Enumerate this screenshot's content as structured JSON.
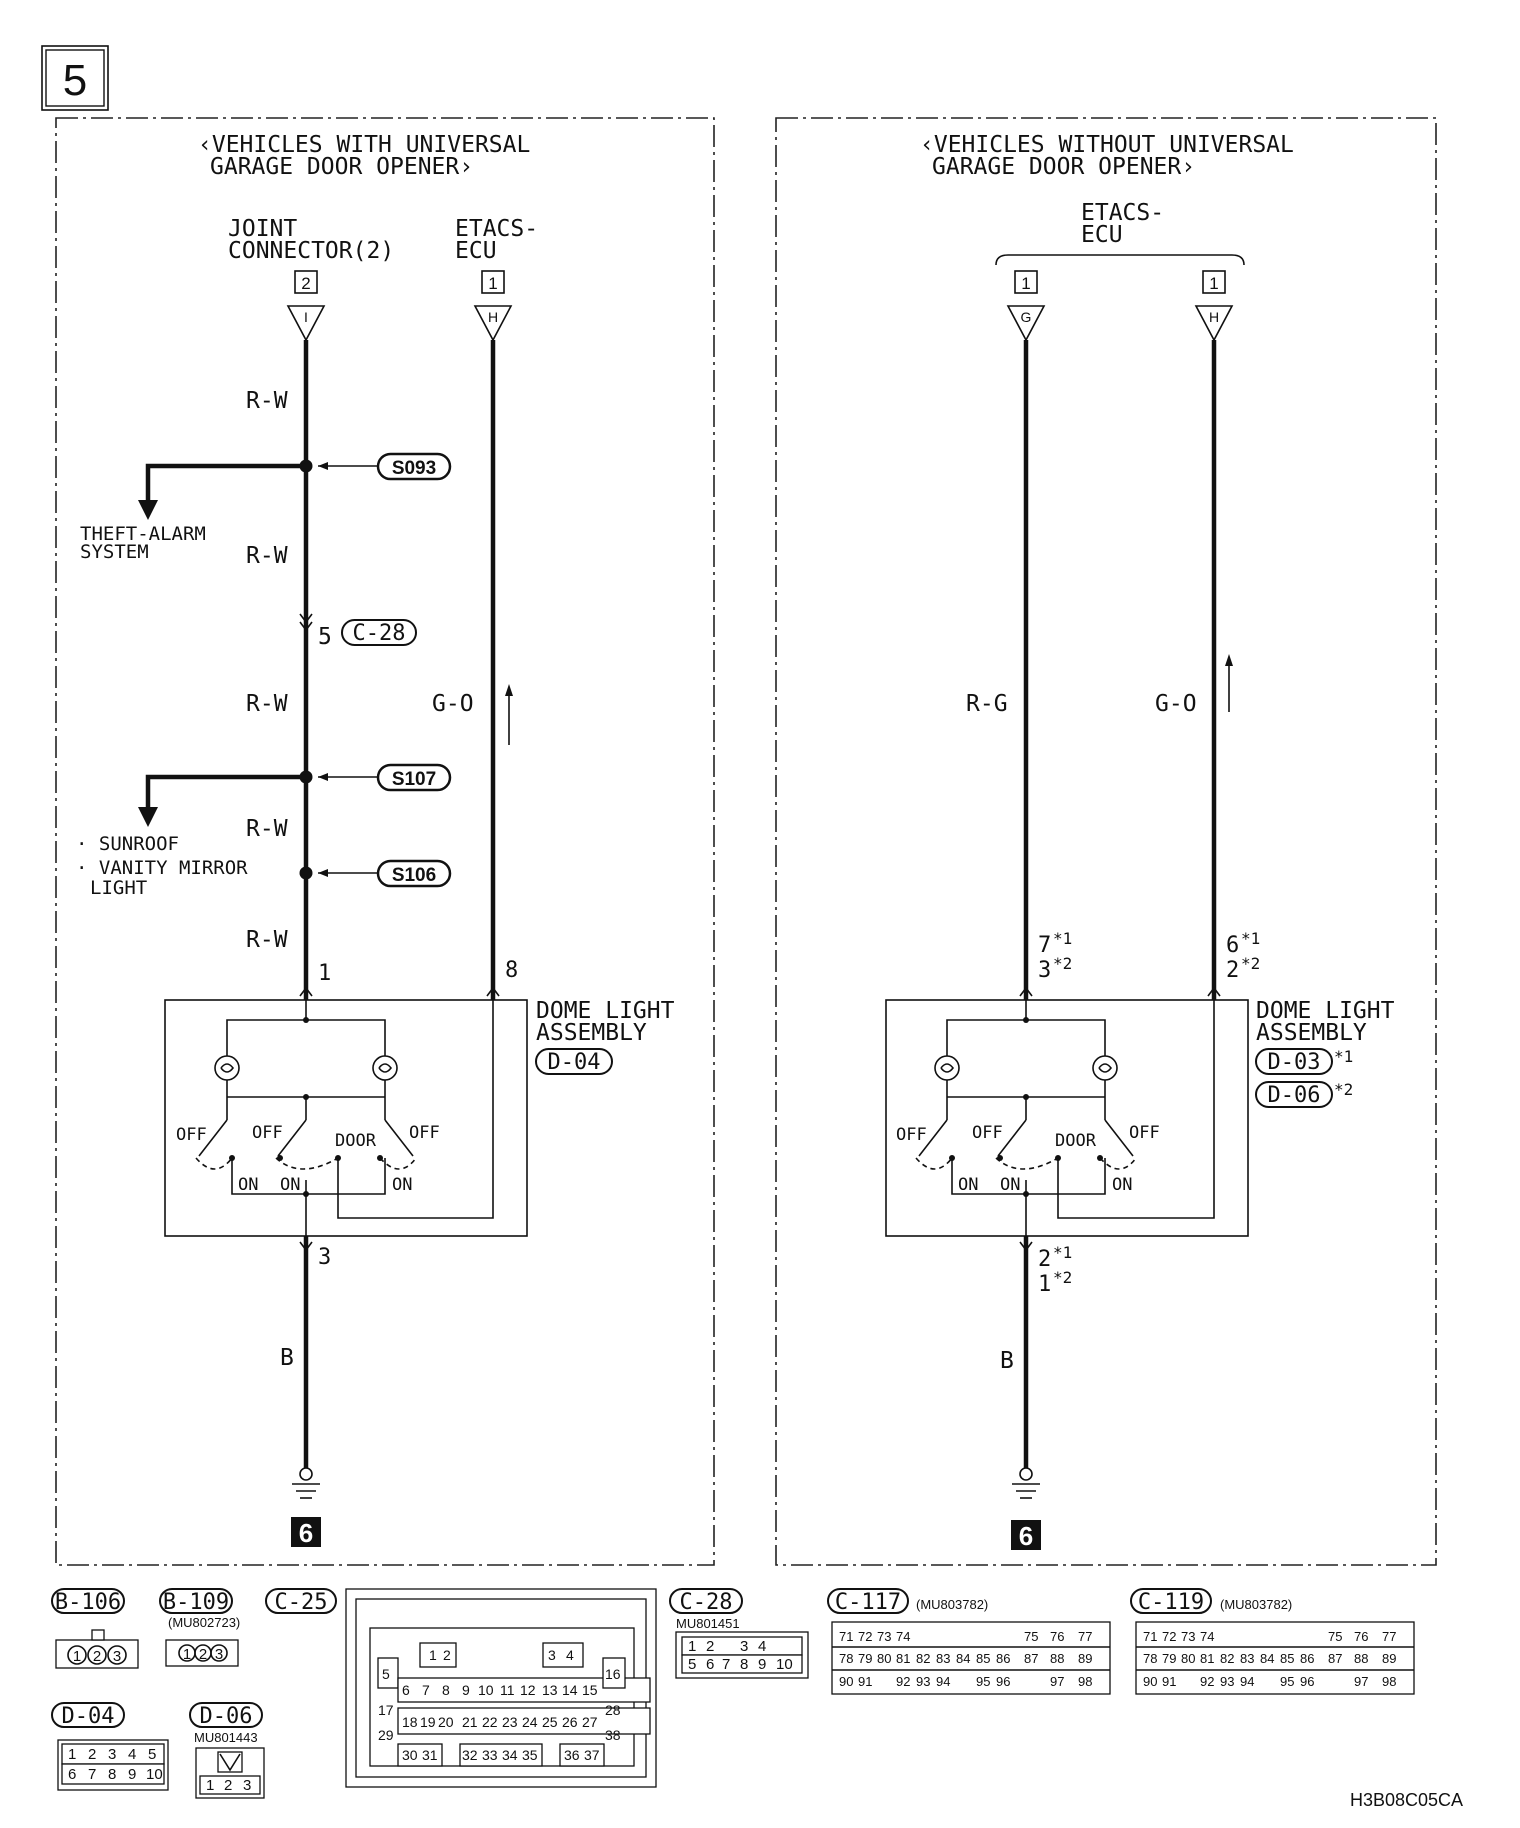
{
  "page": {
    "section_number": "5",
    "figure_code": "H3B08C05CA",
    "ground_number": "6"
  },
  "left_panel": {
    "header_line1": "‹VEHICLES WITH UNIVERSAL",
    "header_line2": "GARAGE DOOR OPENER›",
    "source1": {
      "label_line1": "JOINT",
      "label_line2": "CONNECTOR(2)",
      "box": "2",
      "pin": "I"
    },
    "source2": {
      "label_line1": "ETACS-",
      "label_line2": "ECU",
      "box": "1",
      "pin": "H"
    },
    "wire_colors": {
      "rw1": "R-W",
      "rw2": "R-W",
      "rw3": "R-W",
      "rw4": "R-W",
      "rw5": "R-W",
      "go": "G-O",
      "b": "B"
    },
    "splices": {
      "s1": "S093",
      "s2": "S107",
      "s3": "S106"
    },
    "branch1": {
      "line1": "THEFT-ALARM",
      "line2": "SYSTEM"
    },
    "branch2": {
      "line1": "· SUNROOF",
      "line2": "· VANITY MIRROR",
      "line3": "LIGHT"
    },
    "connector_pin": "5",
    "connector_ref": "C-28",
    "pin_top_left": "1",
    "pin_top_right": "8",
    "pin_bottom": "3",
    "assembly_line1": "DOME LIGHT",
    "assembly_line2": "ASSEMBLY",
    "assembly_ref": "D-04",
    "switch_labels": {
      "off1": "OFF",
      "off2": "OFF",
      "door": "DOOR",
      "off3": "OFF",
      "on1": "ON",
      "on2": "ON",
      "on3": "ON"
    }
  },
  "right_panel": {
    "header_line1": "‹VEHICLES WITHOUT UNIVERSAL",
    "header_line2": "GARAGE DOOR OPENER›",
    "source_line1": "ETACS-",
    "source_line2": "ECU",
    "box1": "1",
    "pin1": "G",
    "box2": "1",
    "pin2": "H",
    "wire_colors": {
      "rg": "R-G",
      "go": "G-O",
      "b": "B"
    },
    "pin_top_left_a": "7",
    "pin_top_left_a_note": "*1",
    "pin_top_left_b": "3",
    "pin_top_left_b_note": "*2",
    "pin_top_right_a": "6",
    "pin_top_right_a_note": "*1",
    "pin_top_right_b": "2",
    "pin_top_right_b_note": "*2",
    "pin_bottom_a": "2",
    "pin_bottom_a_note": "*1",
    "pin_bottom_b": "1",
    "pin_bottom_b_note": "*2",
    "assembly_line1": "DOME LIGHT",
    "assembly_line2": "ASSEMBLY",
    "assembly_ref1": "D-03",
    "assembly_ref1_note": "*1",
    "assembly_ref2": "D-06",
    "assembly_ref2_note": "*2",
    "switch_labels": {
      "off1": "OFF",
      "off2": "OFF",
      "door": "DOOR",
      "off3": "OFF",
      "on1": "ON",
      "on2": "ON",
      "on3": "ON"
    }
  },
  "connectors": {
    "b106": {
      "ref": "B-106",
      "pins": [
        "1",
        "2",
        "3"
      ]
    },
    "b109": {
      "ref": "B-109",
      "part": "(MU802723)",
      "pins": [
        "1",
        "2",
        "3"
      ]
    },
    "c25": {
      "ref": "C-25",
      "pins": [
        "1",
        "2",
        "3",
        "4",
        "5",
        "6",
        "7",
        "8",
        "9",
        "10",
        "11",
        "12",
        "13",
        "14",
        "15",
        "16",
        "17",
        "18",
        "19",
        "20",
        "21",
        "22",
        "23",
        "24",
        "25",
        "26",
        "27",
        "28",
        "29",
        "30",
        "31",
        "32",
        "33",
        "34",
        "35",
        "36",
        "37",
        "38"
      ]
    },
    "c28": {
      "ref": "C-28",
      "part": "MU801451",
      "pins": [
        "1",
        "2",
        "3",
        "4",
        "5",
        "6",
        "7",
        "8",
        "9",
        "10"
      ]
    },
    "c117": {
      "ref": "C-117",
      "part": "(MU803782)",
      "row1": [
        "71",
        "72",
        "73",
        "74",
        "75",
        "76",
        "77"
      ],
      "row2": [
        "78",
        "79",
        "80",
        "81",
        "82",
        "83",
        "84",
        "85",
        "86",
        "87",
        "88",
        "89"
      ],
      "row3": [
        "90",
        "91",
        "92",
        "93",
        "94",
        "95",
        "96",
        "97",
        "98"
      ]
    },
    "c119": {
      "ref": "C-119",
      "part": "(MU803782)",
      "row1": [
        "71",
        "72",
        "73",
        "74",
        "75",
        "76",
        "77"
      ],
      "row2": [
        "78",
        "79",
        "80",
        "81",
        "82",
        "83",
        "84",
        "85",
        "86",
        "87",
        "88",
        "89"
      ],
      "row3": [
        "90",
        "91",
        "92",
        "93",
        "94",
        "95",
        "96",
        "97",
        "98"
      ]
    },
    "d04": {
      "ref": "D-04",
      "pins": [
        "1",
        "2",
        "3",
        "4",
        "5",
        "6",
        "7",
        "8",
        "9",
        "10"
      ]
    },
    "d06": {
      "ref": "D-06",
      "part": "MU801443",
      "pins": [
        "1",
        "2",
        "3"
      ]
    }
  }
}
